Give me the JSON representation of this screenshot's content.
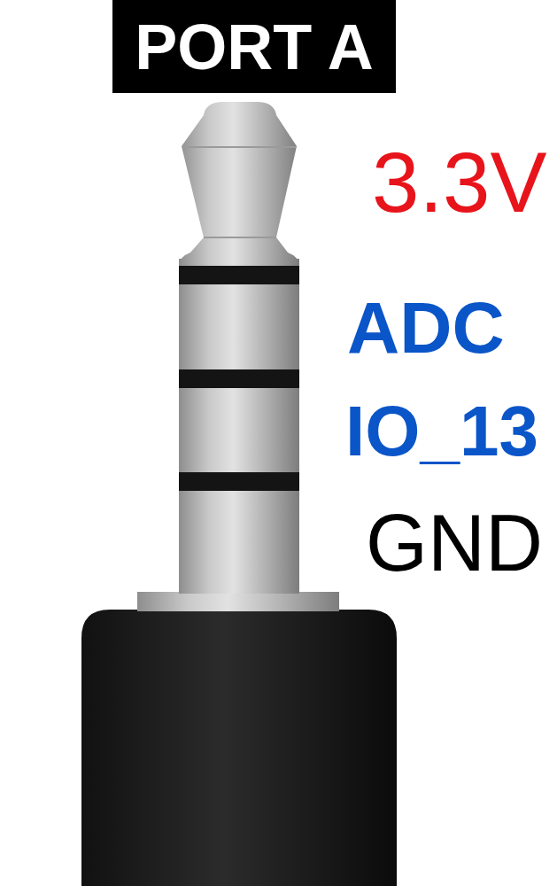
{
  "diagram": {
    "title": "PORT A",
    "labels": [
      "3.3V",
      "ADC",
      "IO_13",
      "GND"
    ]
  }
}
